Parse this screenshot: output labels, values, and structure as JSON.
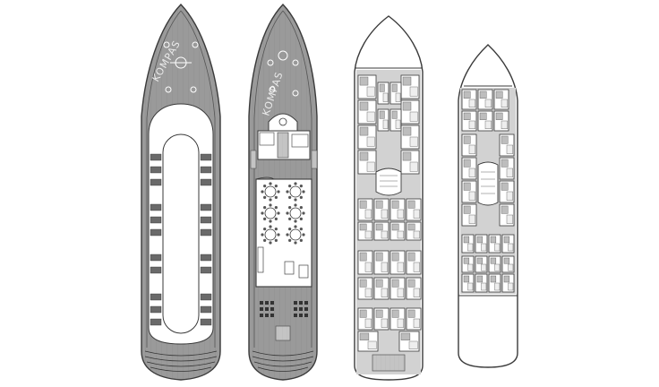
{
  "colors": {
    "background": "#ffffff",
    "hull_stroke": "#3a3a3a",
    "deck_grey": "#9a9a9a",
    "deck_light": "#c4c4c4",
    "room_fill": "#ffffff",
    "furniture": "#5a5a5a"
  },
  "brand": {
    "label": "KOMPAS"
  },
  "decks": [
    {
      "id": "sun-deck"
    },
    {
      "id": "main-deck"
    },
    {
      "id": "cabin-deck-upper"
    },
    {
      "id": "cabin-deck-lower"
    }
  ]
}
